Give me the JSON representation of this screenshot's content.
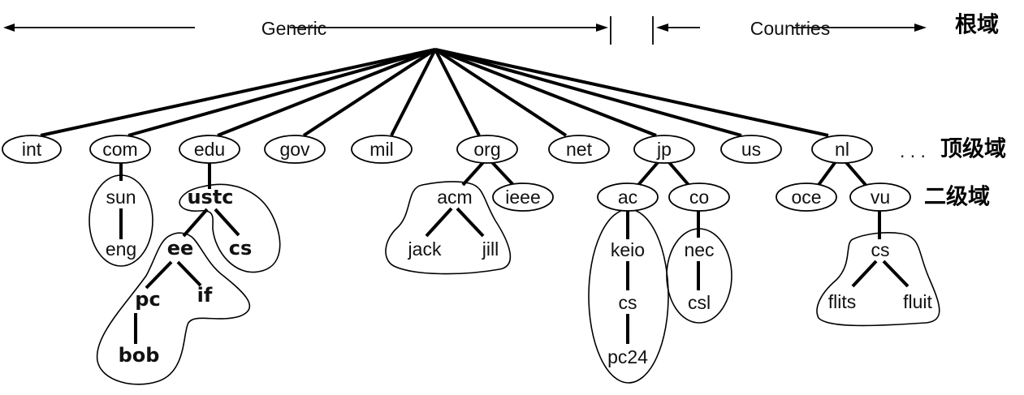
{
  "header": {
    "generic_label": "Generic",
    "countries_label": "Countries",
    "root_level_label": "根域",
    "top_level_label": "顶级域",
    "second_level_label": "二级域",
    "ellipsis": ". . ."
  },
  "tree": {
    "top_level": [
      "int",
      "com",
      "edu",
      "gov",
      "mil",
      "org",
      "net",
      "jp",
      "us",
      "nl"
    ],
    "com": {
      "label": "com",
      "zone": [
        "sun",
        "eng"
      ]
    },
    "edu": {
      "ustc": "ustc",
      "ustc_cs": "cs",
      "ee": "ee",
      "pc": "pc",
      "if": "if",
      "bob": "bob"
    },
    "org": {
      "acm": "acm",
      "ieee": "ieee",
      "jack": "jack",
      "jill": "jill"
    },
    "jp": {
      "ac": "ac",
      "co": "co",
      "keio": "keio",
      "keio_cs": "cs",
      "pc24": "pc24",
      "nec": "nec",
      "csl": "csl"
    },
    "nl": {
      "oce": "oce",
      "vu": "vu",
      "vu_cs": "cs",
      "flits": "flits",
      "fluit": "fluit"
    }
  }
}
